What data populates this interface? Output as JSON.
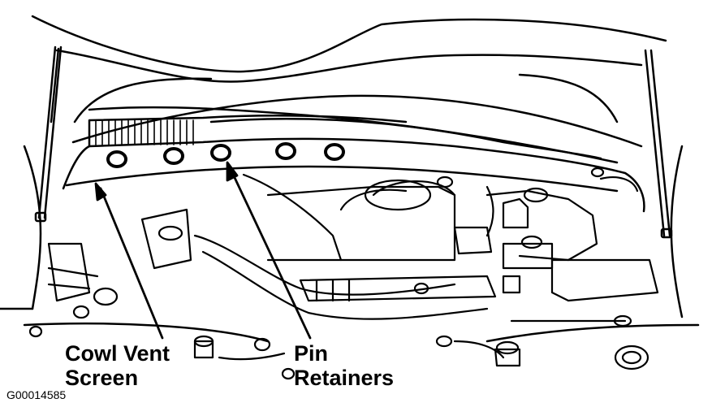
{
  "labels": {
    "cowl_vent_screen": [
      "Cowl Vent",
      "Screen"
    ],
    "pin_retainers": [
      "Pin",
      "Retainers"
    ]
  },
  "figure_code": "G00014585",
  "colors": {
    "line": "#000000",
    "background": "#ffffff"
  },
  "icons": [
    "hood-strut-icon",
    "pin-retainer-icon",
    "arrow-icon"
  ]
}
